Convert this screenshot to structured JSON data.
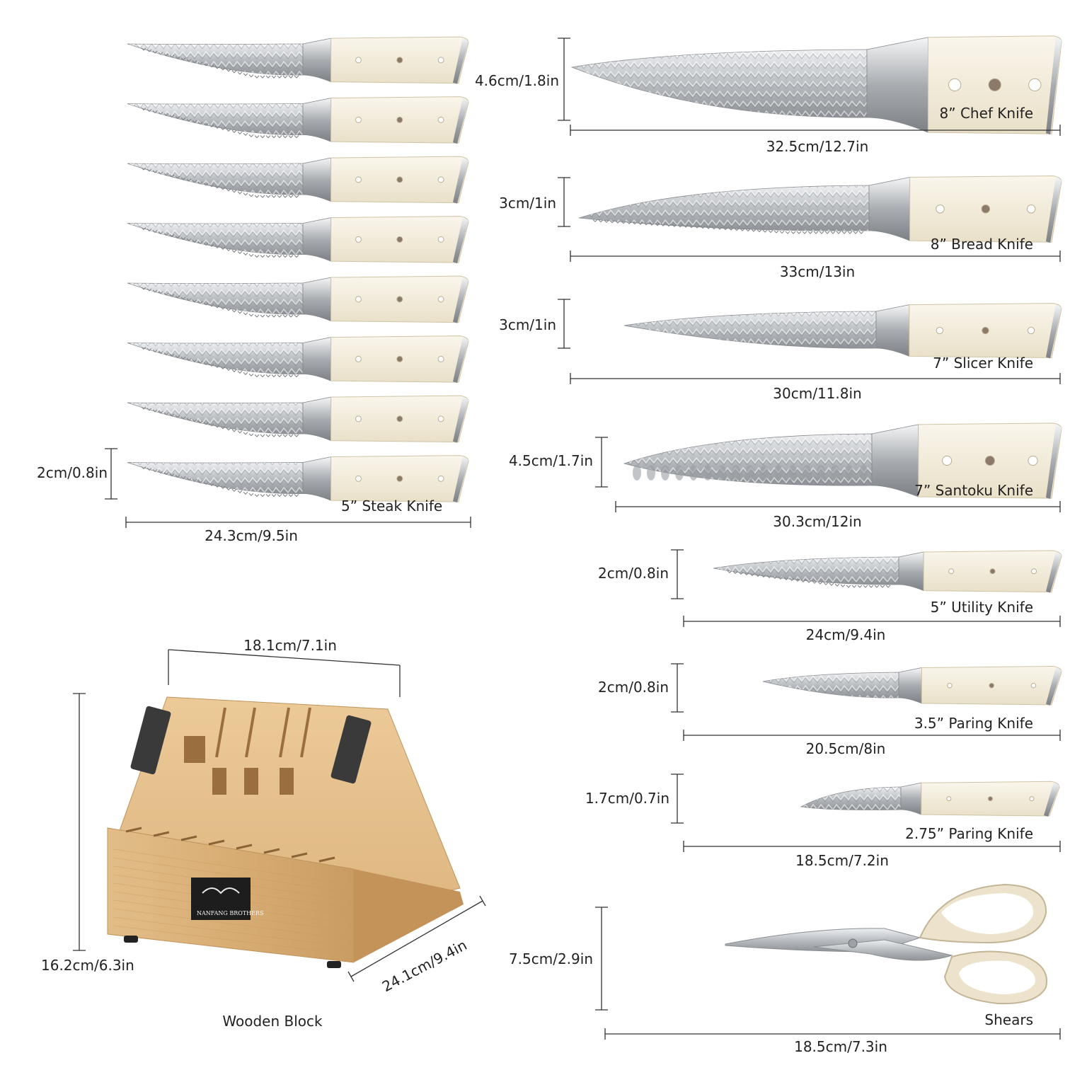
{
  "steak": {
    "name": "5” Steak Knife",
    "height": "2cm/0.8in",
    "length": "24.3cm/9.5in"
  },
  "knives": [
    {
      "name": "8” Chef Knife",
      "height": "4.6cm/1.8in",
      "length": "32.5cm/12.7in"
    },
    {
      "name": "8” Bread Knife",
      "height": "3cm/1in",
      "length": "33cm/13in"
    },
    {
      "name": "7” Slicer Knife",
      "height": "3cm/1in",
      "length": "30cm/11.8in"
    },
    {
      "name": "7” Santoku Knife",
      "height": "4.5cm/1.7in",
      "length": "30.3cm/12in"
    },
    {
      "name": "5” Utility Knife",
      "height": "2cm/0.8in",
      "length": "24cm/9.4in"
    },
    {
      "name": "3.5” Paring Knife",
      "height": "2cm/0.8in",
      "length": "20.5cm/8in"
    },
    {
      "name": "2.75” Paring Knife",
      "height": "1.7cm/0.7in",
      "length": "18.5cm/7.2in"
    }
  ],
  "shears": {
    "name": "Shears",
    "height": "7.5cm/2.9in",
    "length": "18.5cm/7.3in"
  },
  "block": {
    "name": "Wooden Block",
    "width": "18.1cm/7.1in",
    "height": "16.2cm/6.3in",
    "depth": "24.1cm/9.4in",
    "brand": "NANFANG BROTHERS"
  },
  "colors": {
    "handle": "#f3ecd9",
    "steel": "#b8bcc0",
    "wood": "#dcb47e",
    "dimension_line": "#333333"
  }
}
